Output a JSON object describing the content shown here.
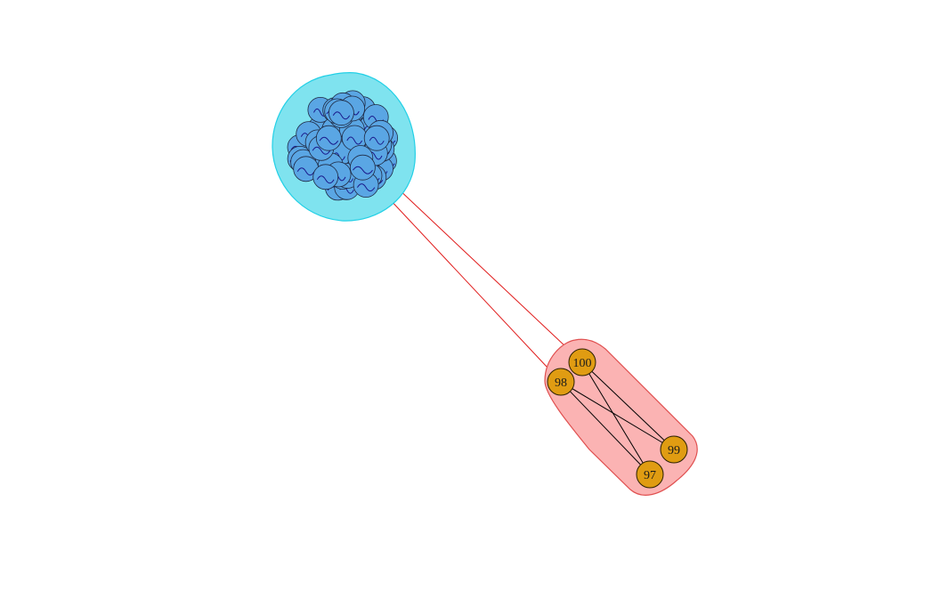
{
  "colors": {
    "cluster_a_hull_fill": "#7fe3ef",
    "cluster_a_hull_stroke": "#22d0e6",
    "cluster_a_node_fill": "#5aa6e4",
    "cluster_a_node_stroke": "#1f2a44",
    "cluster_a_label": "#1a1a8c",
    "cluster_b_hull_fill": "#fbb3b3",
    "cluster_b_hull_stroke": "#e05050",
    "cluster_b_node_fill": "#e09c12",
    "cluster_b_node_stroke": "#2b2000",
    "inter_edge": "#e01a1a",
    "intra_edge": "#000000"
  },
  "cluster_b": {
    "nodes": [
      "100",
      "98",
      "99",
      "97"
    ],
    "edges": [
      [
        "100",
        "99"
      ],
      [
        "100",
        "97"
      ],
      [
        "98",
        "99"
      ],
      [
        "98",
        "97"
      ]
    ]
  },
  "inter_edges": 2
}
